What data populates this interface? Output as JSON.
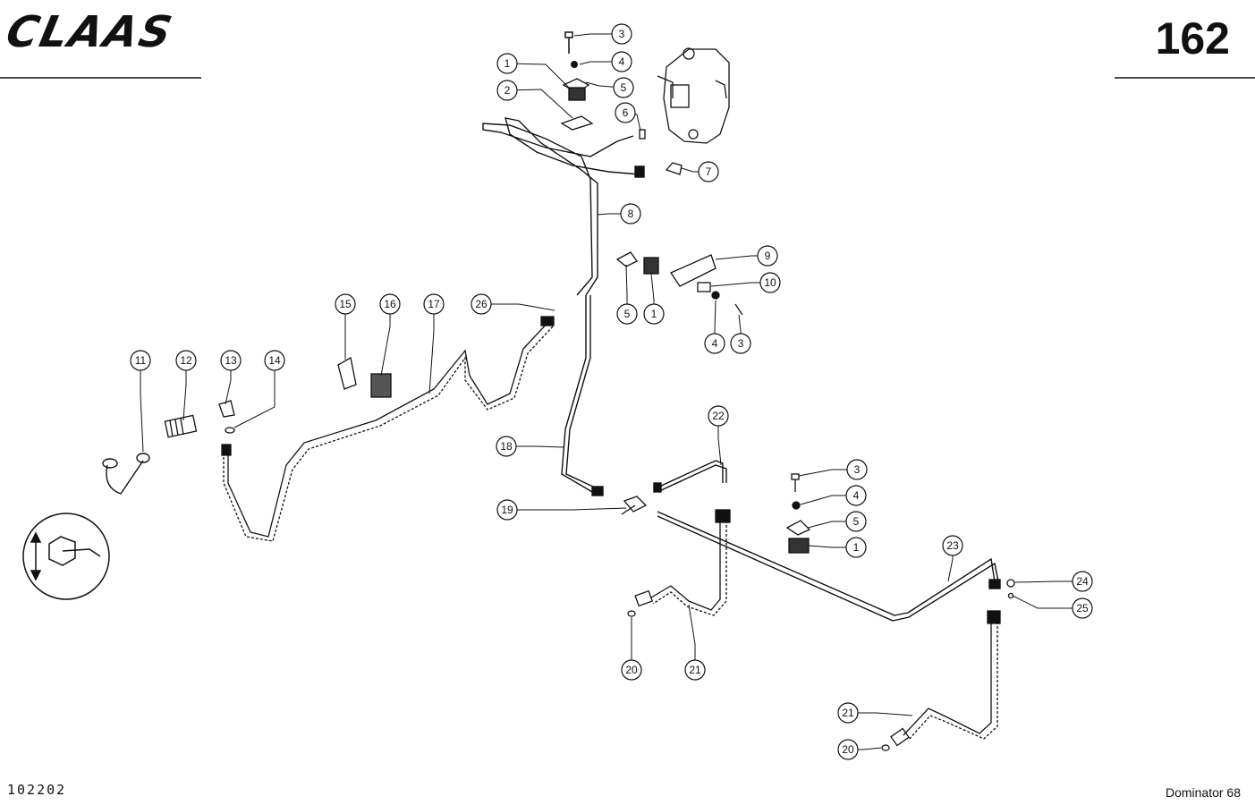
{
  "header": {
    "brand": "CLAAS",
    "page_number": "162"
  },
  "footer": {
    "doc_number": "102202",
    "model": "Dominator 68"
  },
  "callouts": [
    {
      "id": "c1a",
      "label": "1"
    },
    {
      "id": "c2",
      "label": "2"
    },
    {
      "id": "c3a",
      "label": "3"
    },
    {
      "id": "c4a",
      "label": "4"
    },
    {
      "id": "c5a",
      "label": "5"
    },
    {
      "id": "c6",
      "label": "6"
    },
    {
      "id": "c7",
      "label": "7"
    },
    {
      "id": "c8",
      "label": "8"
    },
    {
      "id": "c9",
      "label": "9"
    },
    {
      "id": "c10",
      "label": "10"
    },
    {
      "id": "c5b",
      "label": "5"
    },
    {
      "id": "c1b",
      "label": "1"
    },
    {
      "id": "c4b",
      "label": "4"
    },
    {
      "id": "c3b",
      "label": "3"
    },
    {
      "id": "c15",
      "label": "15"
    },
    {
      "id": "c16",
      "label": "16"
    },
    {
      "id": "c17",
      "label": "17"
    },
    {
      "id": "c26",
      "label": "26"
    },
    {
      "id": "c11",
      "label": "11"
    },
    {
      "id": "c12",
      "label": "12"
    },
    {
      "id": "c13",
      "label": "13"
    },
    {
      "id": "c14",
      "label": "14"
    },
    {
      "id": "c18",
      "label": "18"
    },
    {
      "id": "c22",
      "label": "22"
    },
    {
      "id": "c3c",
      "label": "3"
    },
    {
      "id": "c4c",
      "label": "4"
    },
    {
      "id": "c5c",
      "label": "5"
    },
    {
      "id": "c1c",
      "label": "1"
    },
    {
      "id": "c19",
      "label": "19"
    },
    {
      "id": "c23",
      "label": "23"
    },
    {
      "id": "c24",
      "label": "24"
    },
    {
      "id": "c25",
      "label": "25"
    },
    {
      "id": "c20a",
      "label": "20"
    },
    {
      "id": "c21a",
      "label": "21"
    },
    {
      "id": "c21b",
      "label": "21"
    },
    {
      "id": "c20b",
      "label": "20"
    }
  ]
}
